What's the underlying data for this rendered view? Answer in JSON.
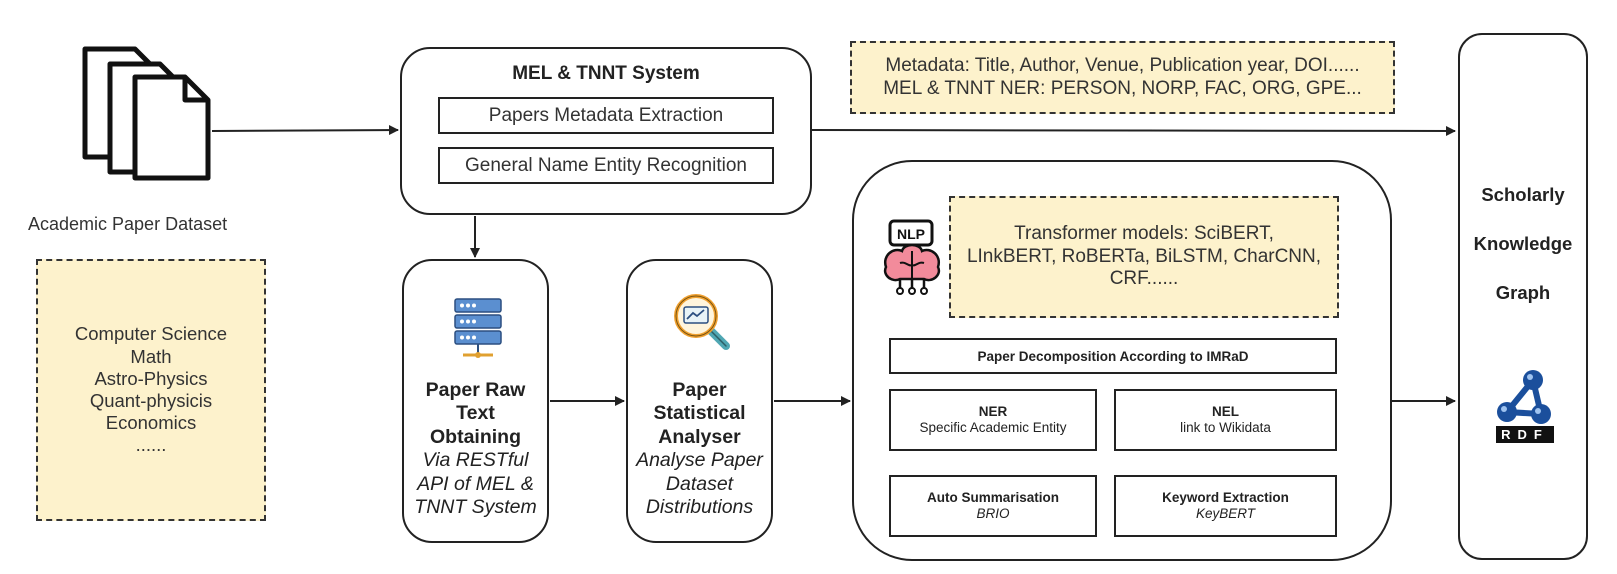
{
  "dataset": {
    "label": "Academic Paper Dataset",
    "subjects": [
      "Computer Science",
      "Math",
      "Astro-Physics",
      "Quant-physicis",
      "Economics",
      "......"
    ]
  },
  "mel_system": {
    "title": "MEL & TNNT System",
    "steps": [
      "Papers Metadata Extraction",
      "General Name Entity Recognition"
    ]
  },
  "metadata_note": {
    "lines": [
      "Metadata: Title, Author, Venue, Publication year, DOI......",
      "MEL & TNNT NER: PERSON, NORP, FAC, ORG, GPE..."
    ]
  },
  "raw_text": {
    "title_lines": [
      "Paper Raw",
      "Text",
      "Obtaining"
    ],
    "desc_lines": [
      "Via RESTful",
      "API of MEL &",
      "TNNT System"
    ]
  },
  "analyser": {
    "title_lines": [
      "Paper",
      "Statistical",
      "Analyser"
    ],
    "desc_lines": [
      "Analyse Paper",
      "Dataset",
      "Distributions"
    ]
  },
  "nlp": {
    "icon_label": "NLP",
    "models_lines": [
      "Transformer models:  SciBERT,",
      "LInkBERT, RoBERTa, BiLSTM, CharCNN,",
      "CRF......"
    ],
    "decomposition": "Paper Decomposition According to IMRaD",
    "tasks": [
      {
        "title": "NER",
        "sub": "Specific Academic Entity"
      },
      {
        "title": "NEL",
        "sub": "link to Wikidata"
      },
      {
        "title": "Auto Summarisation",
        "sub": "BRIO"
      },
      {
        "title": "Keyword Extraction",
        "sub": "KeyBERT"
      }
    ]
  },
  "kg": {
    "title_lines": [
      "Scholarly",
      "Knowledge",
      "Graph"
    ],
    "rdf_label": "RDF"
  },
  "colors": {
    "note_fill": "#fdf2cc",
    "stroke": "#222222",
    "icon_blue": "#1b4f9c",
    "icon_pink": "#f28b9b",
    "icon_orange": "#f0a030",
    "icon_teal": "#4fa7b3"
  }
}
